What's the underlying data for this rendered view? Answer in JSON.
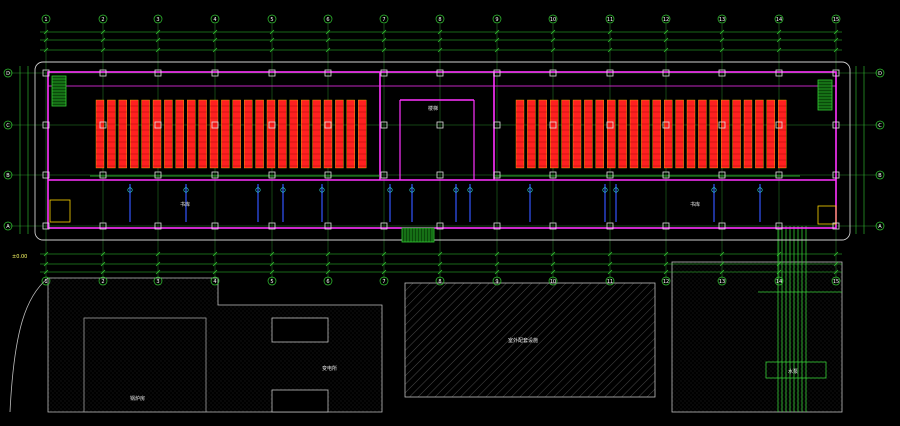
{
  "drawing": {
    "background": "#000000",
    "colors": {
      "grid_line": "#2b8a2b",
      "dimension": "#33cc33",
      "wall": "#ff33ff",
      "stack": "#ff2020",
      "stack_edge": "#ffd700",
      "pipe": "#3355ff",
      "cyan": "#33e6e6",
      "text": "#e8e8e8",
      "hatch": "#7a7a7a",
      "column": "#e0e0e0"
    },
    "grid_top": [
      "1",
      "2",
      "3",
      "4",
      "5",
      "6",
      "7",
      "8",
      "9",
      "10",
      "11",
      "12",
      "13",
      "14",
      "15"
    ],
    "grid_bottom": [
      "1",
      "2",
      "3",
      "4",
      "5",
      "6",
      "7",
      "8",
      "9",
      "10",
      "11",
      "12",
      "13",
      "14",
      "15"
    ],
    "grid_left": [
      "D",
      "C",
      "B",
      "A"
    ],
    "grid_right": [
      "D",
      "C",
      "B",
      "A"
    ],
    "room_labels": [
      "楼梯",
      "书库",
      "书库"
    ],
    "yard_labels": {
      "left_block": "锅炉房",
      "mid_block": "变电所",
      "center_block": "室外配套设施",
      "right_box": "水泵"
    },
    "left_marker": "±0.00"
  }
}
